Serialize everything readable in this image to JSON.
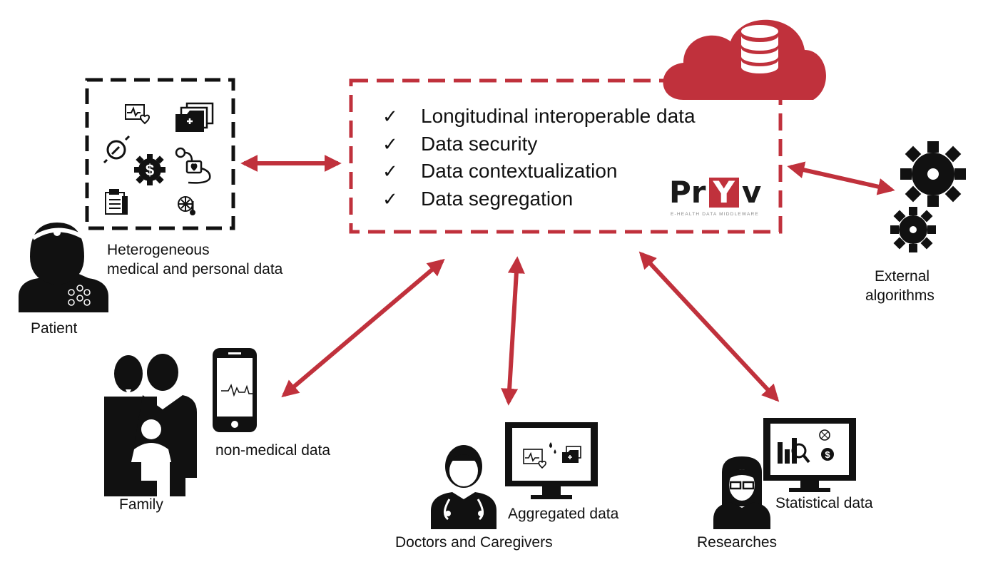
{
  "platform": {
    "features": [
      "Longitudinal interoperable data",
      "Data security",
      "Data contextualization",
      "Data segregation"
    ],
    "check_glyph": "✓",
    "logo": {
      "left": "Pr",
      "accent": "Y",
      "right": "v",
      "tagline": "E-HEALTH DATA MIDDLEWARE",
      "accent_color": "#c0313c"
    },
    "cloud_icon": "cloud-database-icon"
  },
  "labels": {
    "heterogeneous": "Heterogeneous",
    "medical_personal": "medical and personal data",
    "patient": "Patient",
    "external": "External",
    "algorithms": "algorithms",
    "family": "Family",
    "non_medical": "non-medical data",
    "aggregated": "Aggregated data",
    "doctors": "Doctors and Caregivers",
    "statistical": "Statistical data",
    "researches": "Researches"
  },
  "colors": {
    "accent": "#c0313c",
    "icon": "#111111"
  }
}
